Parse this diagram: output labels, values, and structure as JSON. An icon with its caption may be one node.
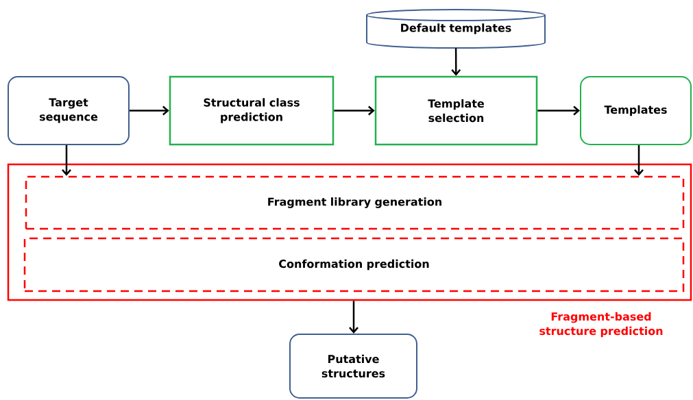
{
  "diagram": {
    "nodes": [
      {
        "text": [
          "Default templates"
        ]
      },
      {
        "text": [
          "Target sequence"
        ]
      },
      {
        "text": [
          "Structural class prediction"
        ]
      },
      {
        "text": [
          "Template selection"
        ]
      },
      {
        "text": [
          "Templates"
        ]
      },
      {
        "text": [
          "Fragment-based structure prediction"
        ]
      },
      {
        "text": [
          "Fragment library generation"
        ],
        "in": 5
      },
      {
        "text": [
          "Conformation prediction"
        ],
        "in": 5
      },
      {
        "text": [
          "Putative structures"
        ]
      }
    ],
    "edges": [
      {
        "from": 0,
        "to": 3,
        "arrow": "to"
      },
      {
        "from": 1,
        "to": 2,
        "arrow": "to"
      },
      {
        "from": 2,
        "to": 3,
        "arrow": "to"
      },
      {
        "from": 3,
        "to": 4,
        "arrow": "to"
      },
      {
        "from": 1,
        "to": 6,
        "arrow": "to"
      },
      {
        "from": 4,
        "to": 6,
        "arrow": "to"
      },
      {
        "from": 5,
        "to": 8,
        "arrow": "to"
      }
    ]
  }
}
